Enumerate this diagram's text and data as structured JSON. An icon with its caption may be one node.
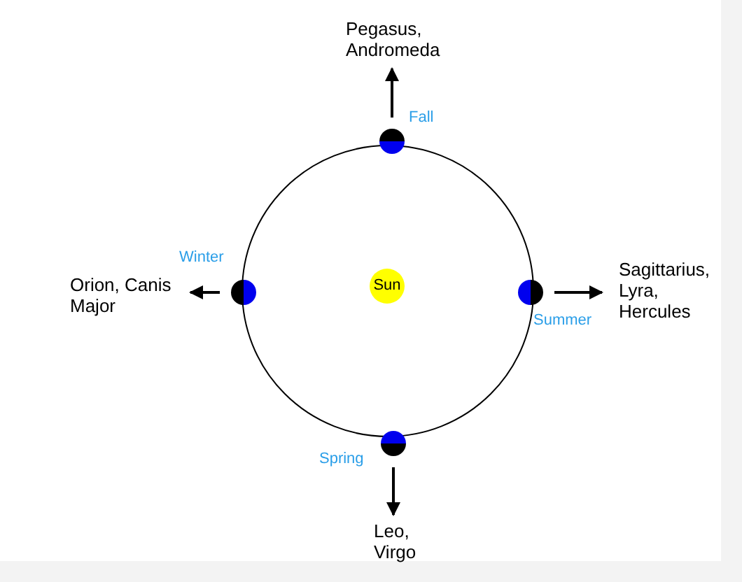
{
  "diagram": {
    "nodes": [
      {
        "text": [
          "Pegasus, Andromeda"
        ]
      },
      {
        "text": [],
        "shape": "circle",
        "beside": [
          "Fall"
        ]
      },
      {
        "text": [],
        "shape": "circle",
        "beside": [
          "Winter"
        ]
      },
      {
        "text": [
          "Sun"
        ]
      },
      {
        "text": [],
        "shape": "circle",
        "beside": [
          "Summer"
        ]
      },
      {
        "text": [
          "Orion, Canis Major"
        ]
      },
      {
        "text": [
          "Sagittarius, Lyra, Hercules"
        ]
      },
      {
        "text": [],
        "shape": "circle",
        "beside": [
          "Spring"
        ]
      },
      {
        "text": [
          "Leo, Virgo"
        ]
      }
    ],
    "edges": [
      {
        "from": 1,
        "to": 0,
        "arrow": "to"
      },
      {
        "from": 2,
        "to": 5,
        "arrow": "to"
      },
      {
        "from": 4,
        "to": 6,
        "arrow": "to"
      },
      {
        "from": 7,
        "to": 8,
        "arrow": "to"
      }
    ]
  }
}
